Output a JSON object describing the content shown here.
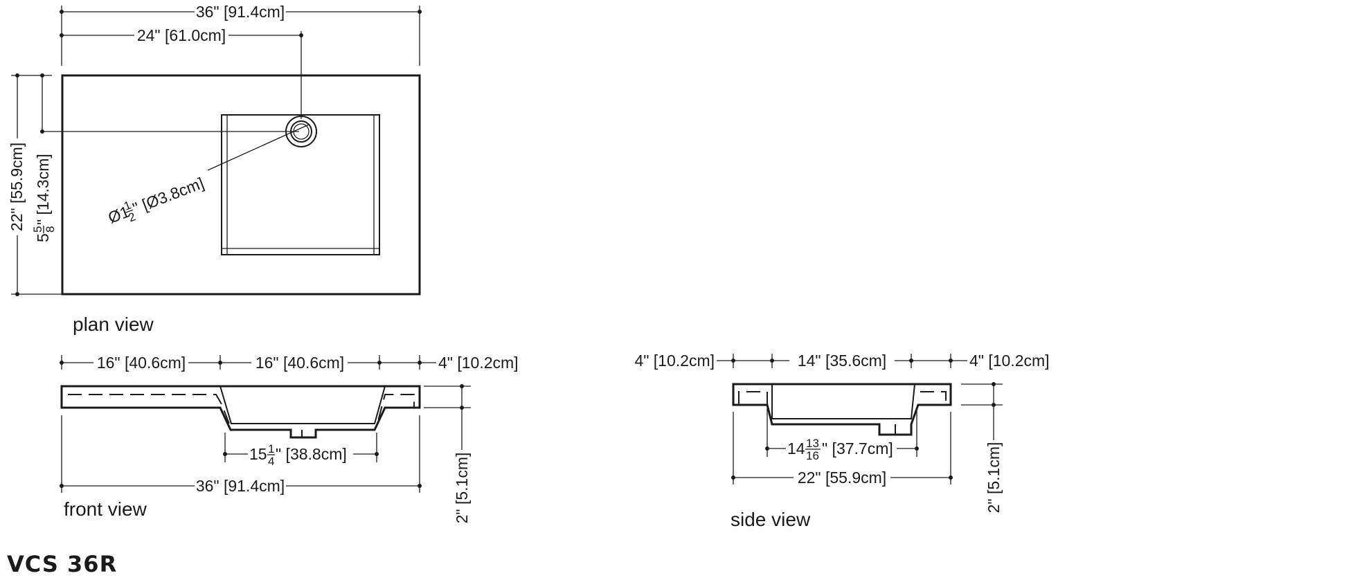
{
  "model": "VCS 36R",
  "plan_view": {
    "label": "plan view",
    "overall_width": "36\" [91.4cm]",
    "drain_offset": "24\" [61.0cm]",
    "depth": "22\" [55.9cm]",
    "drain_from_back": {
      "whole": "5",
      "num": "5",
      "den": "8",
      "suffix": "\" [14.3cm]"
    },
    "drain_diameter": {
      "prefix": "Ø1",
      "num": "1",
      "den": "2",
      "suffix": "\" [Ø3.8cm]"
    }
  },
  "front_view": {
    "label": "front view",
    "left_deck": "16\" [40.6cm]",
    "bowl_width": "16\" [40.6cm]",
    "right_deck": "4\" [10.2cm]",
    "bowl_bottom": {
      "whole": "15",
      "num": "1",
      "den": "4",
      "suffix": "\" [38.8cm]"
    },
    "overall_width": "36\" [91.4cm]",
    "height": "2\" [5.1cm]"
  },
  "side_view": {
    "label": "side view",
    "back_deck": "4\" [10.2cm]",
    "bowl_depth": "14\" [35.6cm]",
    "front_deck": "4\" [10.2cm]",
    "bowl_bottom": {
      "whole": "14",
      "num": "13",
      "den": "16",
      "suffix": "\" [37.7cm]"
    },
    "overall_depth": "22\" [55.9cm]",
    "height": "2\" [5.1cm]"
  }
}
